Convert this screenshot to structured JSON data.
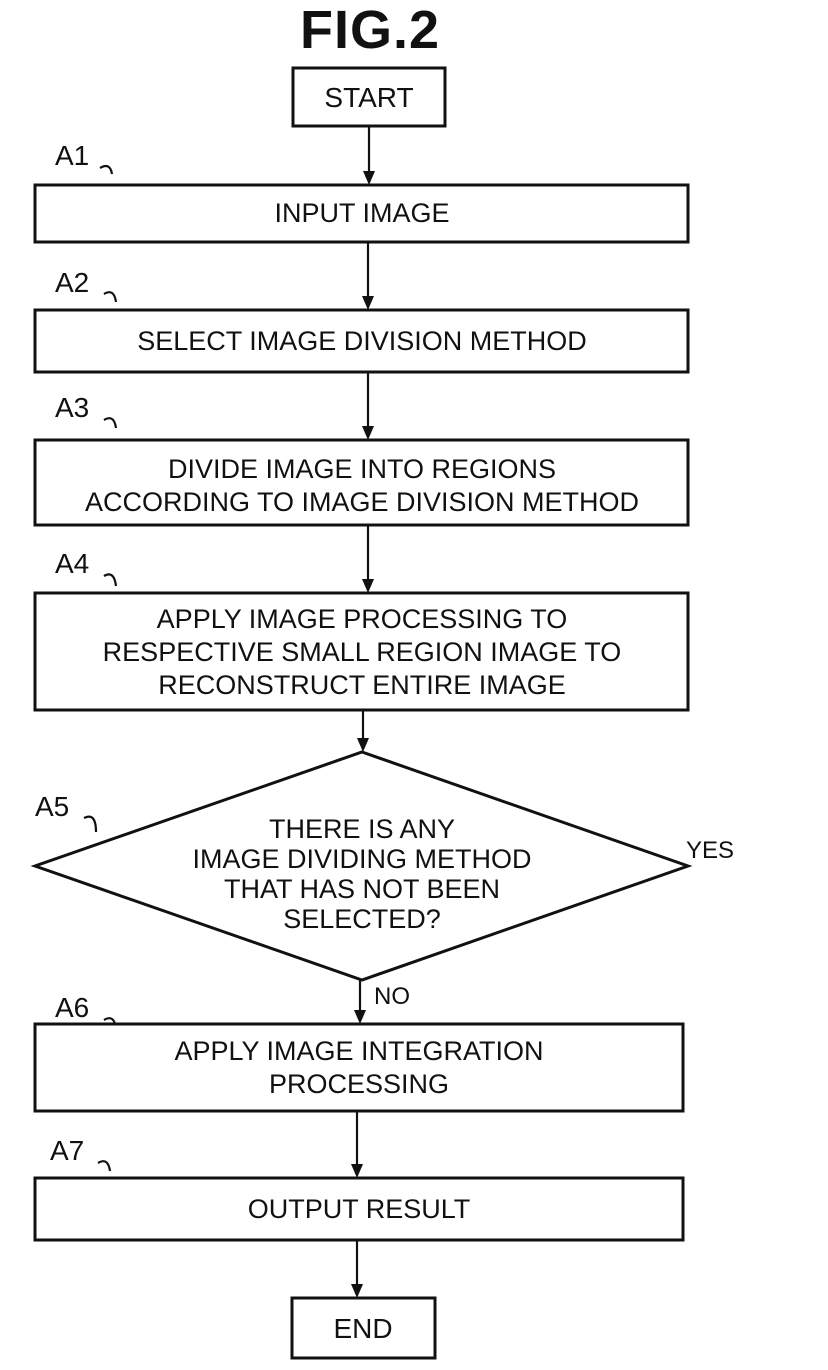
{
  "figure": {
    "title": "FIG.2",
    "start": "START",
    "end": "END",
    "steps": [
      {
        "id": "A1",
        "lines": [
          "INPUT IMAGE"
        ]
      },
      {
        "id": "A2",
        "lines": [
          "SELECT IMAGE DIVISION METHOD"
        ]
      },
      {
        "id": "A3",
        "lines": [
          "DIVIDE IMAGE INTO REGIONS",
          "ACCORDING TO IMAGE DIVISION METHOD"
        ]
      },
      {
        "id": "A4",
        "lines": [
          "APPLY IMAGE PROCESSING TO",
          "RESPECTIVE SMALL REGION IMAGE TO",
          "RECONSTRUCT ENTIRE IMAGE"
        ]
      },
      {
        "id": "A5",
        "lines": [
          "THERE IS ANY",
          "IMAGE DIVIDING METHOD",
          "THAT HAS NOT BEEN",
          "SELECTED?"
        ]
      },
      {
        "id": "A6",
        "lines": [
          "APPLY IMAGE INTEGRATION",
          "PROCESSING"
        ]
      },
      {
        "id": "A7",
        "lines": [
          "OUTPUT RESULT"
        ]
      }
    ],
    "branch_yes": "YES",
    "branch_no": "NO"
  }
}
